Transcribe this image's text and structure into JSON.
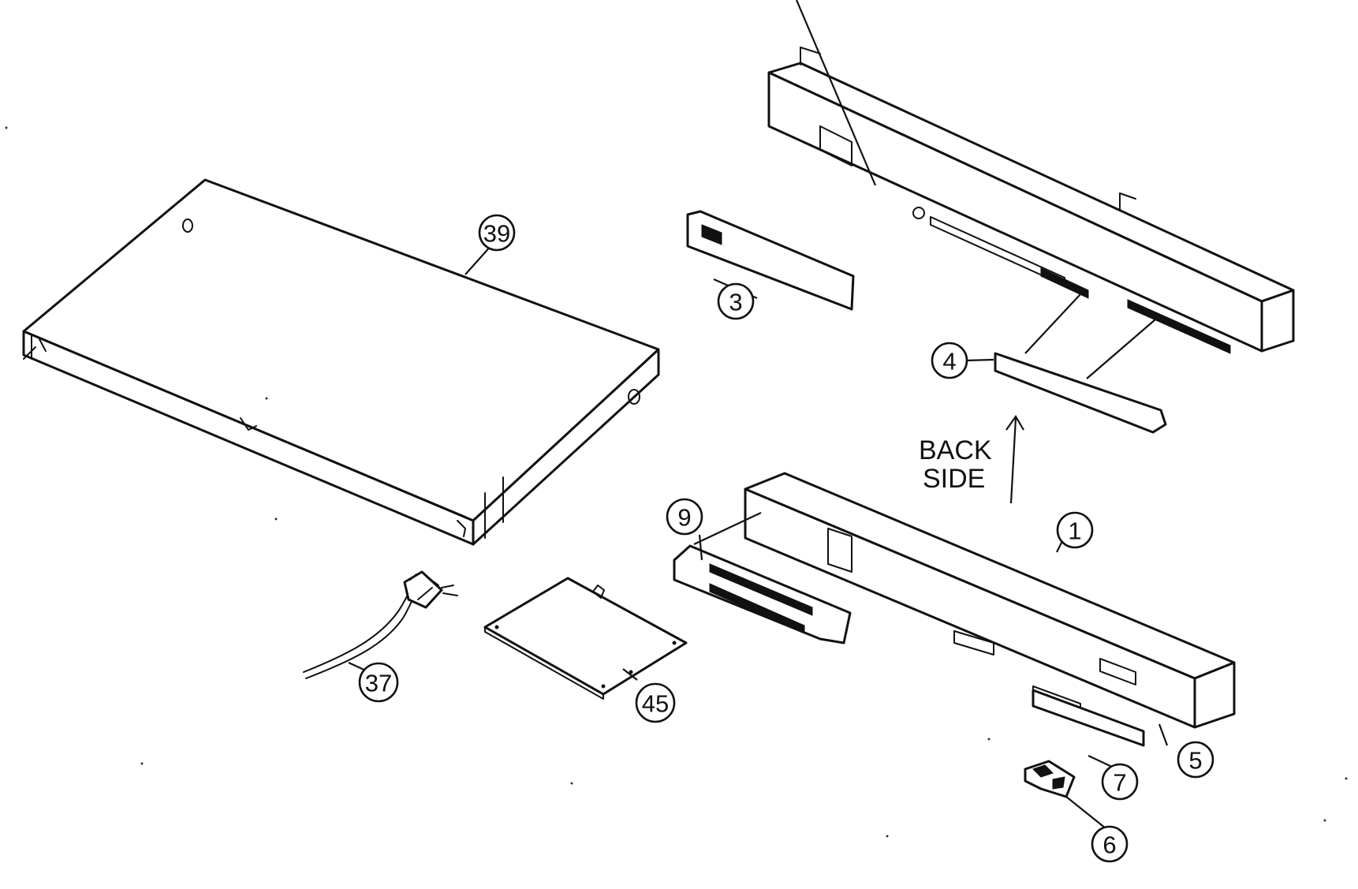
{
  "callouts": {
    "c39": "39",
    "c3": "3",
    "c4": "4",
    "c9": "9",
    "c1": "1",
    "c37": "37",
    "c45": "45",
    "c5": "5",
    "c7": "7",
    "c6": "6"
  },
  "annotation": {
    "line1": "BACK",
    "line2": "SIDE"
  }
}
